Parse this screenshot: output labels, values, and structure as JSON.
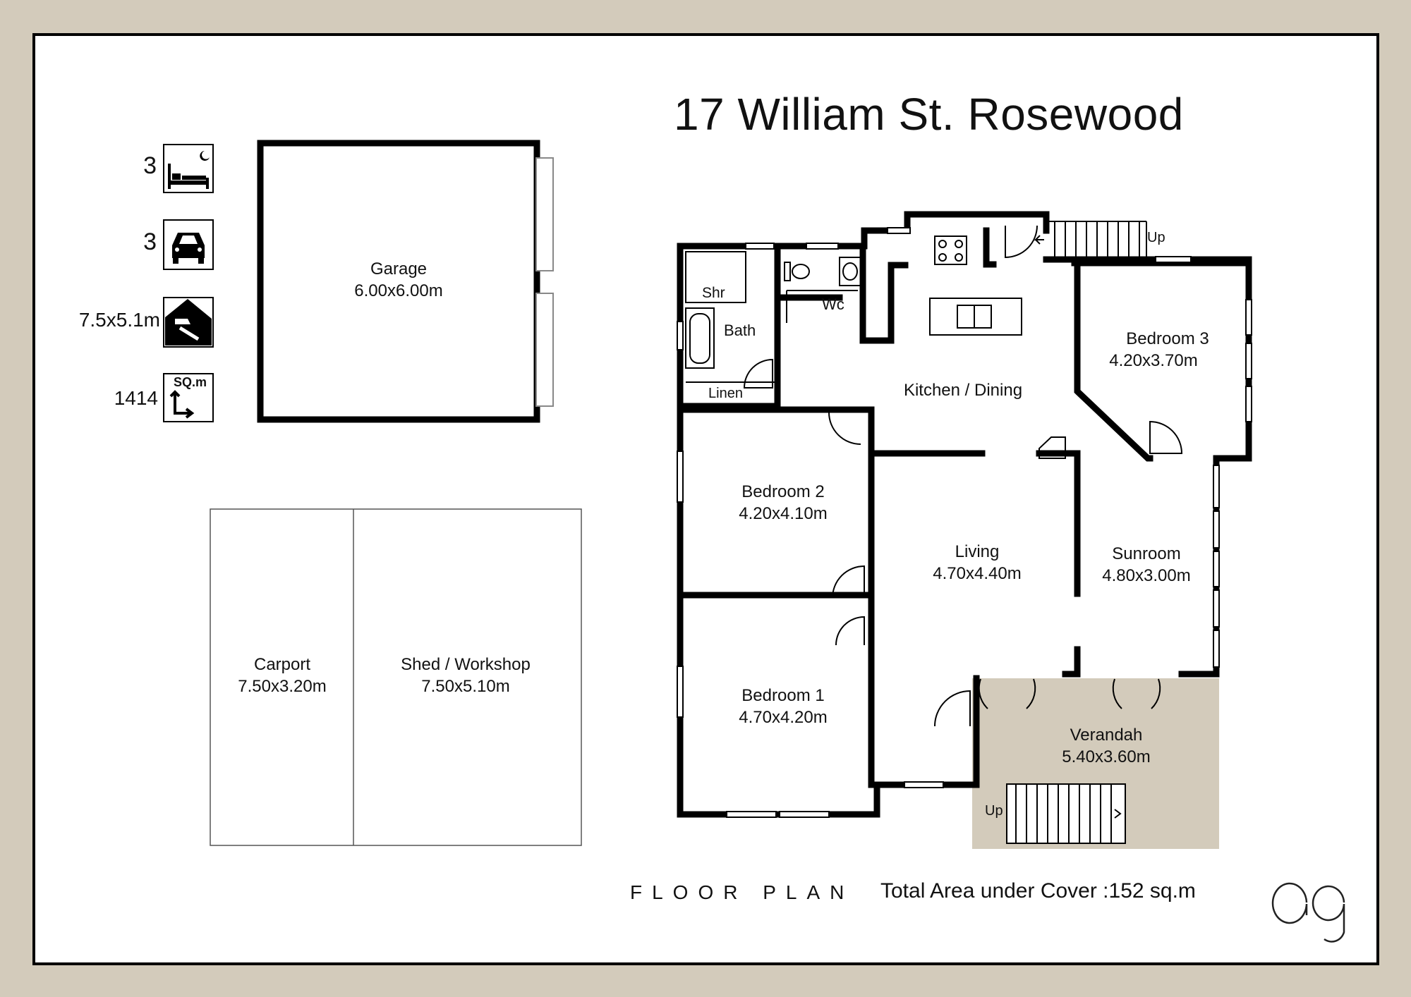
{
  "title": "17 William St. Rosewood",
  "floor_plan_label": "FLOOR PLAN",
  "total_area": "Total Area under Cover :152 sq.m",
  "stats": {
    "bedrooms": "3",
    "cars": "3",
    "shed_size": "7.5x5.1m",
    "land_area": "1414",
    "sqm_label": "SQ.m"
  },
  "rooms": {
    "garage": {
      "name": "Garage",
      "size": "6.00x6.00m"
    },
    "carport": {
      "name": "Carport",
      "size": "7.50x3.20m"
    },
    "shed": {
      "name": "Shed / Workshop",
      "size": "7.50x5.10m"
    },
    "bedroom3": {
      "name": "Bedroom 3",
      "size": "4.20x3.70m"
    },
    "kitchen": {
      "name": "Kitchen / Dining"
    },
    "bedroom2": {
      "name": "Bedroom 2",
      "size": "4.20x4.10m"
    },
    "living": {
      "name": "Living",
      "size": "4.70x4.40m"
    },
    "sunroom": {
      "name": "Sunroom",
      "size": "4.80x3.00m"
    },
    "bedroom1": {
      "name": "Bedroom 1",
      "size": "4.70x4.20m"
    },
    "verandah": {
      "name": "Verandah",
      "size": "5.40x3.60m"
    },
    "shr": {
      "name": "Shr"
    },
    "wc": {
      "name": "Wc"
    },
    "bath": {
      "name": "Bath"
    },
    "linen": {
      "name": "Linen"
    }
  },
  "stairs": {
    "up_top": "Up",
    "up_bottom": "Up"
  },
  "colors": {
    "verandah_fill": "#d3cbbb",
    "frame_bg": "#d3cbbb",
    "wall": "#000000"
  },
  "icons": [
    "bed-icon",
    "car-icon",
    "shed-icon",
    "land-area-icon",
    "logo-ag"
  ]
}
